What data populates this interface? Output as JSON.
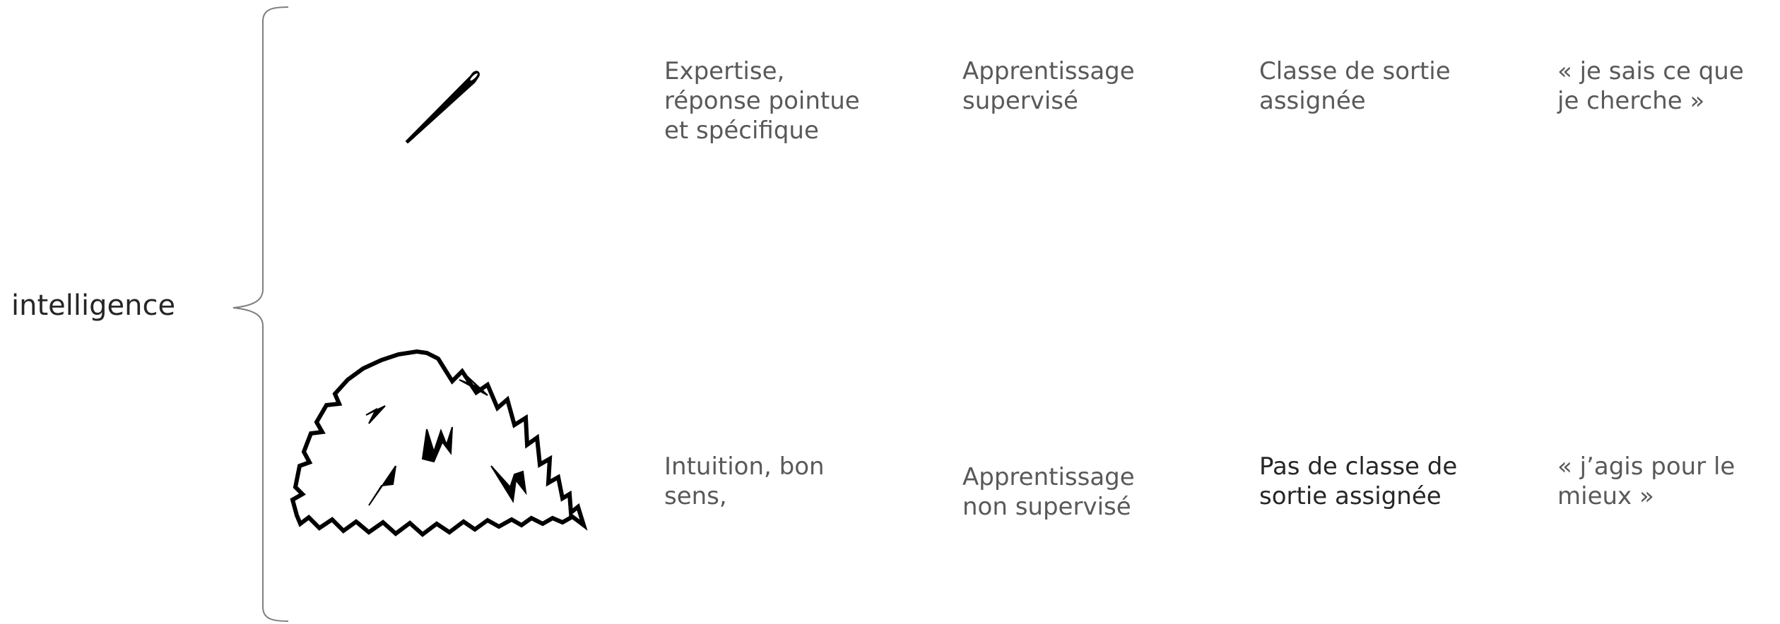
{
  "root_label": "intelligence",
  "rows": [
    {
      "icon": "needle-icon",
      "description": "Expertise,\nréponse pointue\net spécifique",
      "learning": "Apprentissage\nsupervisé",
      "output": "Classe de sortie\nassignée",
      "quote": "« je sais ce que\nje cherche »"
    },
    {
      "icon": "haystack-icon",
      "description": "Intuition, bon\nsens,",
      "learning": "Apprentissage\nnon supervisé",
      "output": "Pas de classe de\nsortie assignée",
      "quote": "« j’agis pour le\nmieux »"
    }
  ],
  "colors": {
    "text_gray": "#595959",
    "text_dark": "#262626",
    "stroke": "#000000"
  }
}
